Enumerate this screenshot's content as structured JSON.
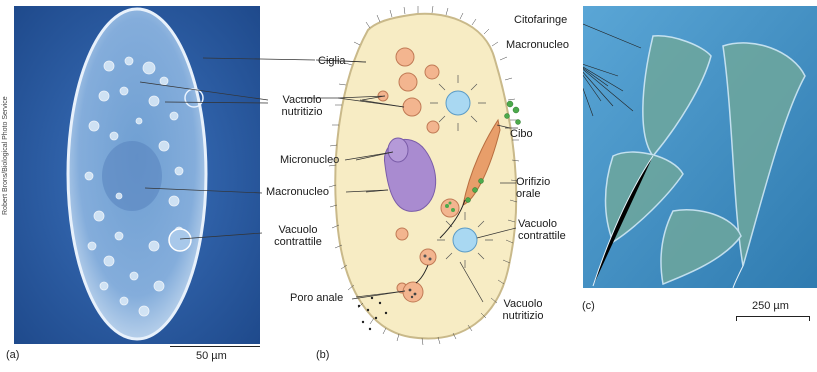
{
  "credit": "Robert Brons/Biological Photo Service",
  "panels": {
    "a": {
      "letter": "(a)",
      "scale": "50 µm"
    },
    "b": {
      "letter": "(b)"
    },
    "c": {
      "letter": "(c)",
      "scale": "250 µm"
    }
  },
  "labels": {
    "ciglia": "Ciglia",
    "vacuolo_nutritizio_1": "Vacuolo",
    "vacuolo_nutritizio_1b": "nutritizio",
    "micronucleo": "Micronucleo",
    "macronucleo": "Macronucleo",
    "vacuolo_contrattile_1": "Vacuolo",
    "vacuolo_contrattile_1b": "contrattile",
    "poro_anale": "Poro anale",
    "vacuolo_nutritizio_2": "Vacuolo",
    "vacuolo_nutritizio_2b": "nutritizio",
    "cibo": "Cibo",
    "orifizio": "Orifizio",
    "orifizio_b": "orale",
    "vacuolo_contrattile_2": "Vacuolo",
    "vacuolo_contrattile_2b": "contrattile",
    "citofaringe": "Citofaringe",
    "macronucleo_c": "Macronucleo"
  },
  "colors": {
    "micrograph_a_bg": "#2e5fa8",
    "cell_a": "#8fb6de",
    "cell_b_fill": "#f7ecc4",
    "macronucleus": "#a98bd0",
    "vacuole": "#f3b58f",
    "contractile": "#a9d8f2",
    "micrograph_c_bg": "#4a96c8"
  }
}
